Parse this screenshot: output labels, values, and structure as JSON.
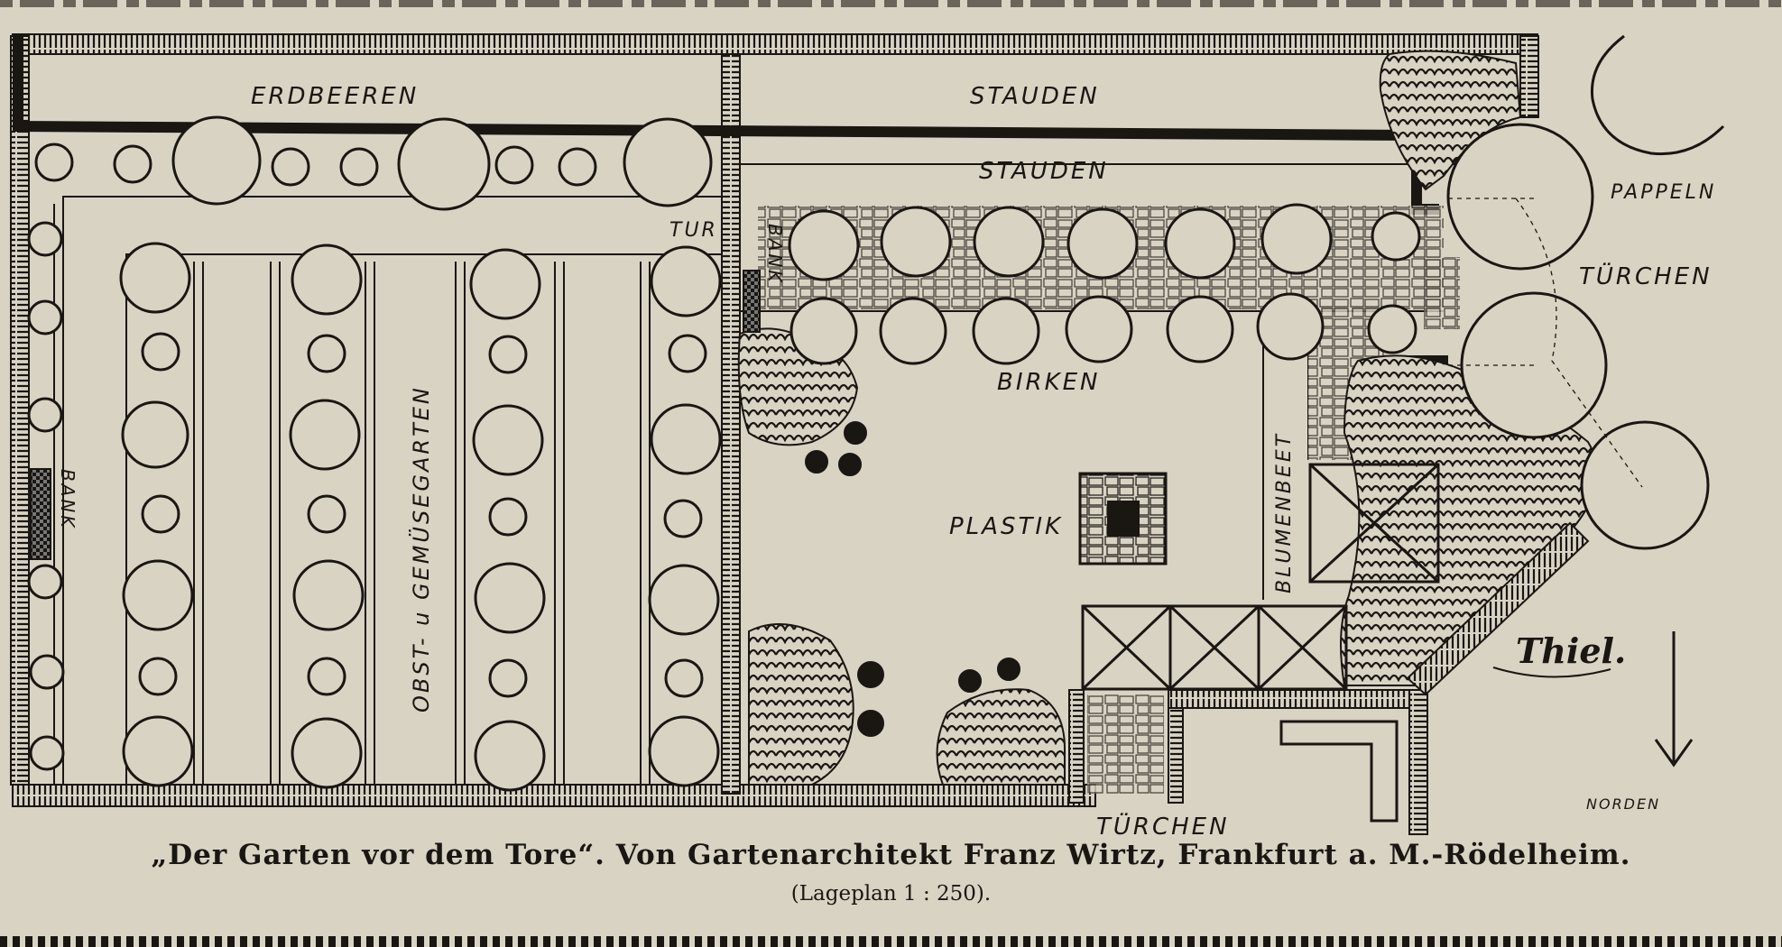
{
  "labels": {
    "erdbeeren": "ERDBEEREN",
    "stauden_top": "STAUDEN",
    "stauden_mid": "STAUDEN",
    "tur": "TUR",
    "bank_upper": "BANK",
    "birken": "BIRKEN",
    "pappeln": "PAPPELN",
    "turchen_right": "TÜRCHEN",
    "obst_gemuesegarten": "OBST- u GEMÜSEGARTEN",
    "bank_left": "BANK",
    "plastik": "PLASTIK",
    "blumenbeet": "BLUMENBEET",
    "turchen_bottom": "TÜRCHEN",
    "norden": "NORDEN",
    "signature": "Thiel."
  },
  "caption": {
    "title": "„Der Garten vor dem Tore“.  Von Gartenarchitekt Franz Wirtz, Frankfurt a. M.-Rödelheim.",
    "scale": "(Lageplan 1 : 250)."
  },
  "colors": {
    "paper": "#d9d3c4",
    "ink": "#1a1612"
  },
  "icons": [
    "north-arrow-icon"
  ]
}
